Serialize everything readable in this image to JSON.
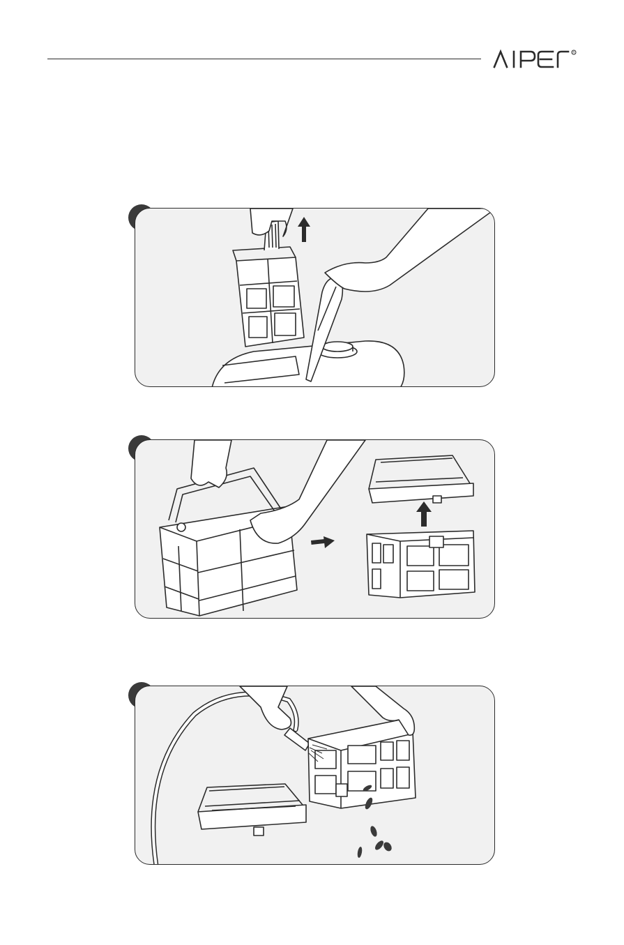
{
  "brand": {
    "name": "AIPER",
    "registered_mark": "®"
  },
  "steps": [
    {
      "id": 1,
      "scene": "lift-filter-basket-from-robot",
      "arrow": "up"
    },
    {
      "id": 2,
      "scene": "separate-basket-from-filter-cover",
      "arrow": "right-and-up"
    },
    {
      "id": 3,
      "scene": "rinse-basket-with-hose",
      "arrow": "none"
    }
  ],
  "colors": {
    "line": "#2b2b2b",
    "panel_fill": "#f1f1f1",
    "marker": "#3a3a3a",
    "page": "#ffffff"
  }
}
